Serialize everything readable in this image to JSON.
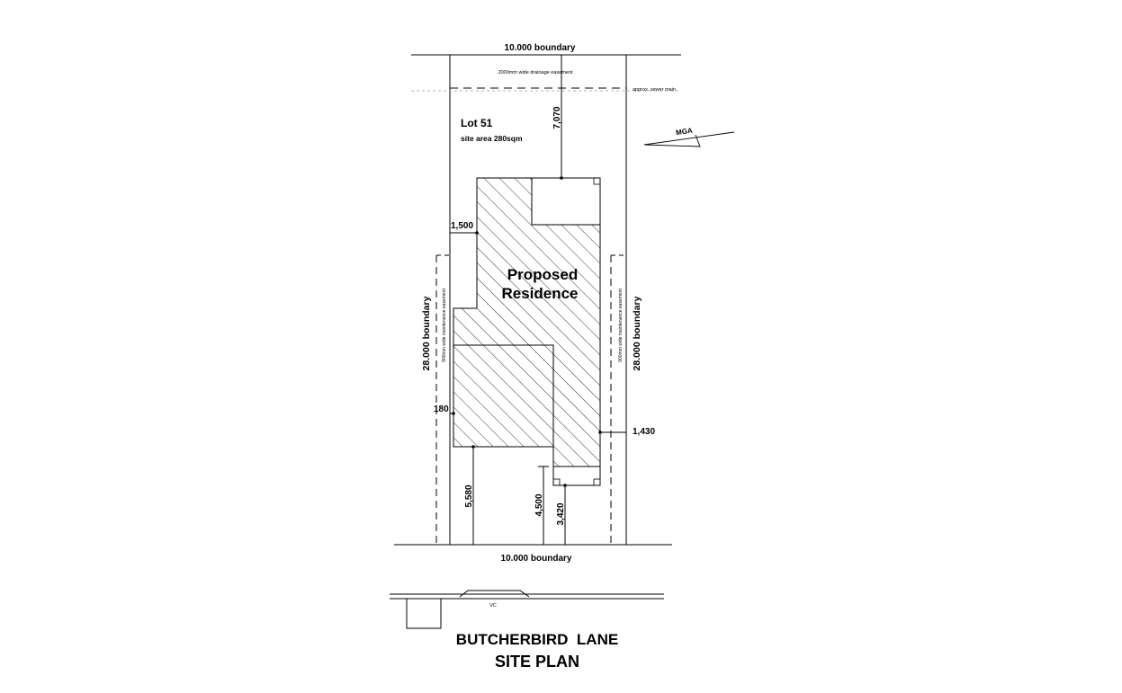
{
  "boundaries": {
    "top": "10.000 boundary",
    "bottom": "10.000 boundary",
    "left": "28.000 boundary",
    "right": "28.000 boundary"
  },
  "easements": {
    "drainage": "2000mm wide drainage easement",
    "sewer": "approx. sewer main",
    "maintenance_left": "900mm wide maintenance easement",
    "maintenance_right": "900mm wide maintenance easement"
  },
  "lot": {
    "name": "Lot 51",
    "area": "site area 280sqm"
  },
  "residence": {
    "line1": "Proposed",
    "line2": "Residence"
  },
  "dimensions": {
    "front_setback": "7,070",
    "left_setback": "1,500",
    "left_small": "180",
    "right_setback": "1,430",
    "rear_left": "5,580",
    "rear_mid": "4,500",
    "rear_right": "3,420"
  },
  "north": "MGA",
  "street": {
    "crossover": "VC",
    "name": "BUTCHERBIRD  LANE"
  },
  "title": "SITE PLAN"
}
